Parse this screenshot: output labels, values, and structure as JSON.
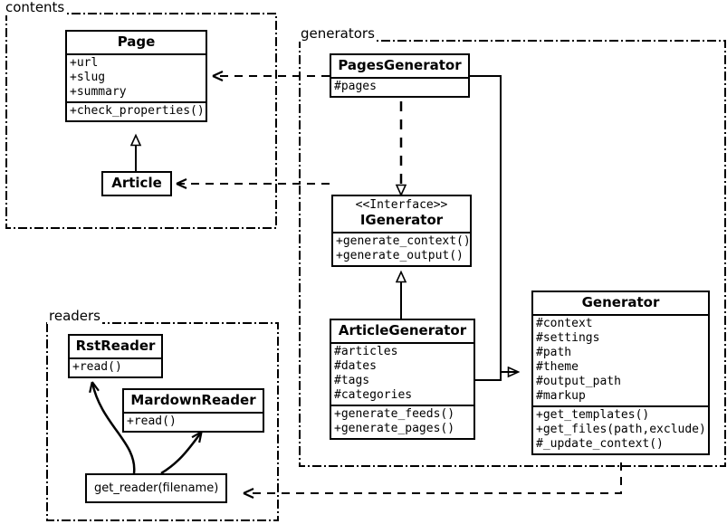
{
  "diagram": {
    "kind": "uml-class-diagram",
    "background": "#ffffff",
    "line_color": "#000000"
  },
  "packages": [
    {
      "id": "contents",
      "label": "contents"
    },
    {
      "id": "generators",
      "label": "generators"
    },
    {
      "id": "readers",
      "label": "readers"
    }
  ],
  "classes": {
    "page": {
      "name": "Page",
      "attributes": [
        "+url",
        "+slug",
        "+summary"
      ],
      "operations": [
        "+check_properties()"
      ]
    },
    "article": {
      "name": "Article",
      "attributes": [],
      "operations": []
    },
    "pages_generator": {
      "name": "PagesGenerator",
      "attributes": [
        "#pages"
      ],
      "operations": []
    },
    "igenerator": {
      "stereotype": "<<Interface>>",
      "name": "IGenerator",
      "attributes": [],
      "operations": [
        "+generate_context()",
        "+generate_output()"
      ]
    },
    "article_generator": {
      "name": "ArticleGenerator",
      "attributes": [
        "#articles",
        "#dates",
        "#tags",
        "#categories"
      ],
      "operations": [
        "+generate_feeds()",
        "+generate_pages()"
      ]
    },
    "generator": {
      "name": "Generator",
      "attributes": [
        "#context",
        "#settings",
        "#path",
        "#theme",
        "#output_path",
        "#markup"
      ],
      "operations": [
        "+get_templates()",
        "+get_files(path,exclude)",
        "#_update_context()"
      ]
    },
    "rst_reader": {
      "name": "RstReader",
      "attributes": [],
      "operations": [
        "+read()"
      ]
    },
    "mardown_reader": {
      "name": "MardownReader",
      "attributes": [],
      "operations": [
        "+read()"
      ]
    },
    "get_reader": {
      "name": "get_reader(filename)",
      "attributes": [],
      "operations": []
    }
  },
  "relationships": [
    {
      "from": "pages_generator",
      "to": "page",
      "type": "dependency",
      "style": "dashed",
      "arrow": "open"
    },
    {
      "from": "article_generator",
      "to": "article",
      "type": "dependency",
      "style": "dashed",
      "arrow": "open"
    },
    {
      "from": "pages_generator",
      "to": "igenerator",
      "type": "realization",
      "style": "dashed",
      "arrow": "hollow-triangle"
    },
    {
      "from": "article_generator",
      "to": "igenerator",
      "type": "generalization",
      "style": "solid",
      "arrow": "hollow-triangle"
    },
    {
      "from": "pages_generator",
      "to": "generator",
      "type": "generalization",
      "style": "solid",
      "arrow": "hollow-triangle"
    },
    {
      "from": "article_generator",
      "to": "generator",
      "type": "generalization",
      "style": "solid",
      "arrow": "hollow-triangle"
    },
    {
      "from": "generator",
      "to": "get_reader",
      "type": "dependency",
      "style": "dashed",
      "arrow": "open"
    },
    {
      "from": "get_reader",
      "to": "rst_reader",
      "type": "association",
      "style": "curved",
      "arrow": "open"
    },
    {
      "from": "get_reader",
      "to": "mardown_reader",
      "type": "association",
      "style": "curved",
      "arrow": "open"
    },
    {
      "from": "article",
      "to": "page",
      "type": "generalization",
      "style": "solid",
      "arrow": "hollow-triangle"
    }
  ]
}
